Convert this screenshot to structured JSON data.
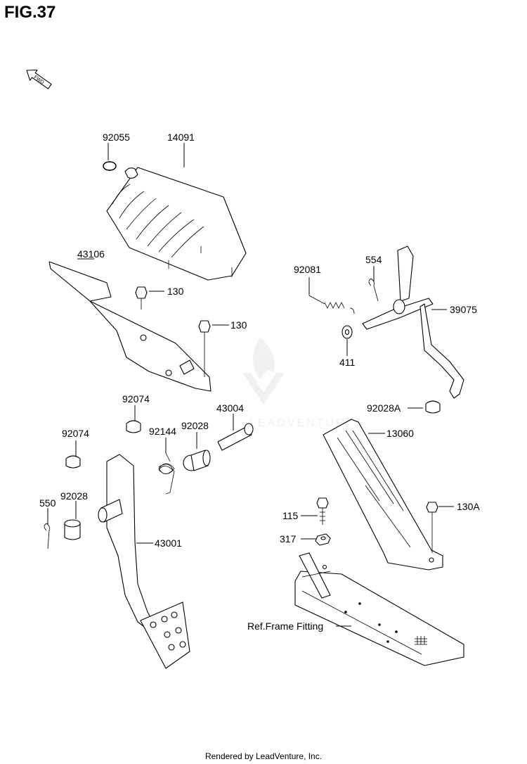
{
  "figure": {
    "title": "FIG.37",
    "fwd_label": "FWD"
  },
  "callouts": {
    "p92055": "92055",
    "p14091": "14091",
    "p43106": "43106",
    "p130a": "130",
    "p130b": "130",
    "p92081": "92081",
    "p554": "554",
    "p39075": "39075",
    "p411": "411",
    "p92074a": "92074",
    "p43004": "43004",
    "p92028aTop": "92028A",
    "p92074b": "92074",
    "p92144": "92144",
    "p92028a": "92028",
    "p13060": "13060",
    "p550": "550",
    "p92028b": "92028",
    "p115": "115",
    "p130A": "130A",
    "p317": "317",
    "p43001": "43001",
    "refFrame": "Ref.Frame Fitting"
  },
  "watermark": "LEADVENTURE",
  "footer": "Rendered by LeadVenture, Inc."
}
